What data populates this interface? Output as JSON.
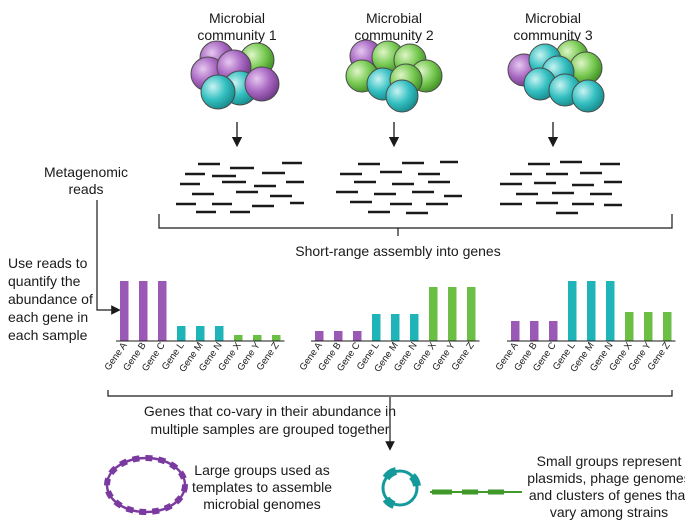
{
  "communities": [
    {
      "line1": "Microbial",
      "line2": "community 1"
    },
    {
      "line1": "Microbial",
      "line2": "community 2"
    },
    {
      "line1": "Microbial",
      "line2": "community 3"
    }
  ],
  "reads_label": {
    "line1": "Metagenomic",
    "line2": "reads"
  },
  "assembly_label": "Short-range assembly into genes",
  "quantify_label": [
    "Use reads to",
    "quantify the",
    "abundance of",
    "each gene in",
    "each sample"
  ],
  "grouping_label": {
    "line1": "Genes that co-vary in their abundance in",
    "line2": "multiple samples are grouped together"
  },
  "large_groups_label": [
    "Large groups used as",
    "templates to assemble",
    "microbial genomes"
  ],
  "small_groups_label": [
    "Small groups represent",
    "plasmids, phage genomes",
    "and clusters of genes that",
    "vary among strains"
  ],
  "colors": {
    "purple": "#9b59b6",
    "teal": "#1fb5b8",
    "green": "#6cbf45",
    "ink": "#1a1a1a"
  },
  "chart_data": [
    {
      "type": "bar",
      "title": "",
      "categories": [
        "Gene A",
        "Gene B",
        "Gene C",
        "Gene L",
        "Gene M",
        "Gene N",
        "Gene X",
        "Gene Y",
        "Gene Z"
      ],
      "groups": [
        "purple",
        "purple",
        "purple",
        "teal",
        "teal",
        "teal",
        "green",
        "green",
        "green"
      ],
      "values": [
        60,
        60,
        60,
        15,
        15,
        15,
        6,
        6,
        6
      ]
    },
    {
      "type": "bar",
      "title": "",
      "categories": [
        "Gene A",
        "Gene B",
        "Gene C",
        "Gene L",
        "Gene M",
        "Gene N",
        "Gene X",
        "Gene Y",
        "Gene Z"
      ],
      "groups": [
        "purple",
        "purple",
        "purple",
        "teal",
        "teal",
        "teal",
        "green",
        "green",
        "green"
      ],
      "values": [
        10,
        10,
        10,
        27,
        27,
        27,
        54,
        54,
        54
      ]
    },
    {
      "type": "bar",
      "title": "",
      "categories": [
        "Gene A",
        "Gene B",
        "Gene C",
        "Gene L",
        "Gene M",
        "Gene N",
        "Gene X",
        "Gene Y",
        "Gene Z"
      ],
      "groups": [
        "purple",
        "purple",
        "purple",
        "teal",
        "teal",
        "teal",
        "green",
        "green",
        "green"
      ],
      "values": [
        20,
        20,
        20,
        60,
        60,
        60,
        29,
        29,
        29
      ]
    }
  ]
}
